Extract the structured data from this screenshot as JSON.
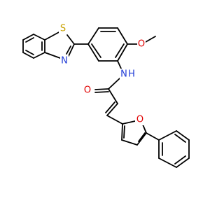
{
  "molecule": {
    "atoms": [
      {
        "id": "S1",
        "element": "S",
        "label": "S",
        "color": "#c8a000"
      },
      {
        "id": "N1",
        "element": "N",
        "label": "N",
        "color": "#1f3bd6"
      },
      {
        "id": "O1",
        "element": "O",
        "label": "O",
        "color": "#e00000"
      },
      {
        "id": "N2",
        "element": "N",
        "label": "N",
        "color": "#1f3bd6"
      },
      {
        "id": "H1",
        "element": "H",
        "label": "H",
        "color": "#1f3bd6"
      },
      {
        "id": "O2",
        "element": "O",
        "label": "O",
        "color": "#e00000"
      },
      {
        "id": "O3",
        "element": "O",
        "label": "O",
        "color": "#e00000"
      }
    ],
    "colors": {
      "bond": "#000000",
      "sulfur": "#c8a000",
      "nitrogen": "#1f3bd6",
      "oxygen": "#e00000"
    }
  }
}
